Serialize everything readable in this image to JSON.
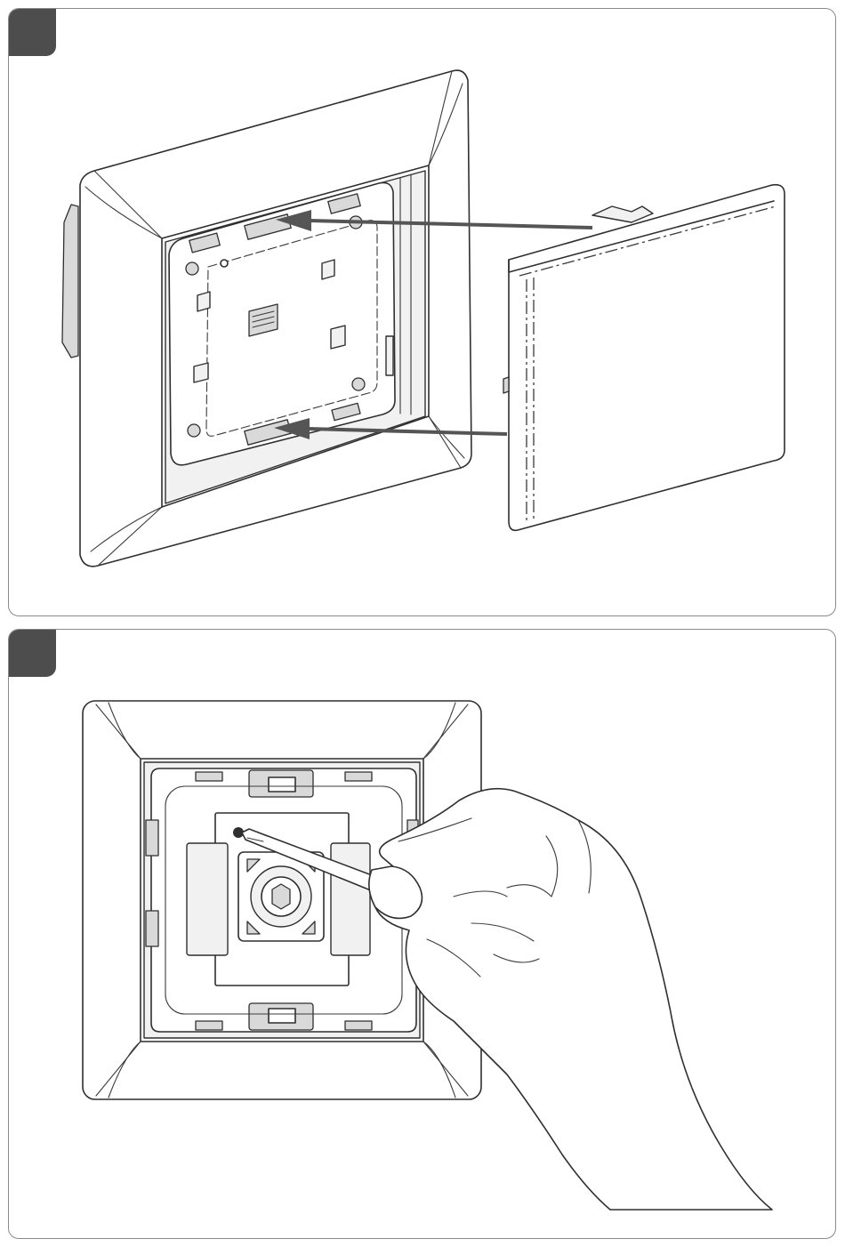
{
  "steps": [
    {
      "label": ""
    },
    {
      "label": ""
    }
  ],
  "colors": {
    "badge": "#4d4d4d",
    "line": "#2f2f2f",
    "arrow": "#555555",
    "panel_border": "#8a8a8a"
  },
  "icons": [
    "frame-illustration",
    "cover-plate-illustration",
    "insertion-arrow",
    "hand-with-pen-illustration"
  ]
}
